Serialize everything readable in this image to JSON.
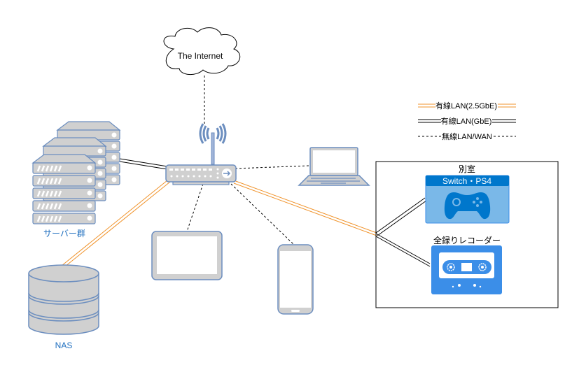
{
  "diagram": {
    "internet": {
      "label": "The Internet"
    },
    "legend": {
      "items": [
        {
          "label": "有線LAN(2.5GbE)",
          "style": "double-orange"
        },
        {
          "label": "有線LAN(GbE)",
          "style": "double-black"
        },
        {
          "label": "無線LAN/WAN",
          "style": "dashed"
        }
      ]
    },
    "nodes": {
      "servers": {
        "label": "サーバー群"
      },
      "nas": {
        "label": "NAS"
      },
      "router": {
        "label": ""
      },
      "laptop": {
        "label": ""
      },
      "tablet": {
        "label": ""
      },
      "phone": {
        "label": ""
      },
      "other_room": {
        "label": "別室"
      },
      "game": {
        "label": "Switch・PS4"
      },
      "recorder": {
        "label": "全録りレコーダー"
      }
    },
    "connections": [
      {
        "from": "internet",
        "to": "router",
        "type": "無線LAN/WAN"
      },
      {
        "from": "servers",
        "to": "router",
        "type": "有線LAN(GbE)"
      },
      {
        "from": "router",
        "to": "laptop",
        "type": "無線LAN/WAN"
      },
      {
        "from": "router",
        "to": "nas",
        "type": "有線LAN(2.5GbE)"
      },
      {
        "from": "router",
        "to": "tablet",
        "type": "無線LAN/WAN"
      },
      {
        "from": "router",
        "to": "phone",
        "type": "無線LAN/WAN"
      },
      {
        "from": "router",
        "to": "other_room",
        "type": "有線LAN(2.5GbE)"
      },
      {
        "from": "other_room",
        "to": "game",
        "type": "有線LAN(GbE)"
      },
      {
        "from": "other_room",
        "to": "recorder",
        "type": "有線LAN(GbE)"
      }
    ],
    "colors": {
      "orange": "#f0932b",
      "icon_stroke": "#6c8ebf",
      "icon_fill": "#d0d0d0",
      "label_blue": "#1f6fbf",
      "game_header": "#0077cc",
      "game_body": "#7ab8e8",
      "recorder": "#3b8ee8"
    }
  }
}
